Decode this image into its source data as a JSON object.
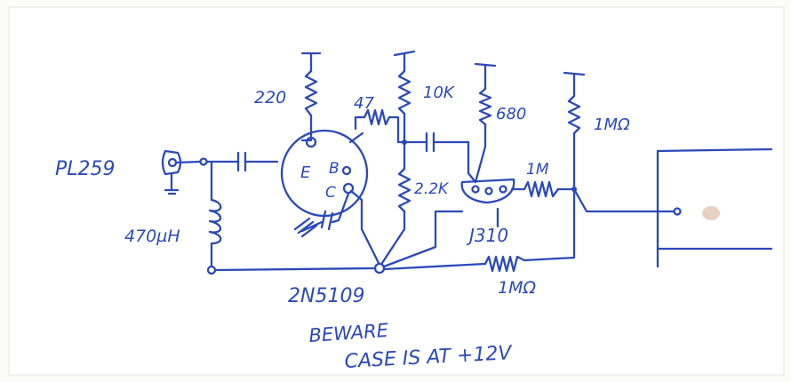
{
  "labels": {
    "connector": "PL259",
    "choke": "470µH",
    "r_emitter": "220",
    "r_base": "47",
    "r_collector": "10K",
    "r_divider": "2.2K",
    "r_drain": "680",
    "r_gate": "1M",
    "r_out": "1MΩ",
    "r_feedback": "1MΩ",
    "pin_e": "E",
    "pin_b": "B",
    "pin_c": "C",
    "jfet": "J310",
    "transistor": "2N5109",
    "warning_line1": "BEWARE",
    "warning_line2": "CASE IS AT +12V"
  },
  "colors": {
    "ink": "#2c49b8",
    "paper": "#fbfbfa",
    "stain": "#c99a7c"
  }
}
